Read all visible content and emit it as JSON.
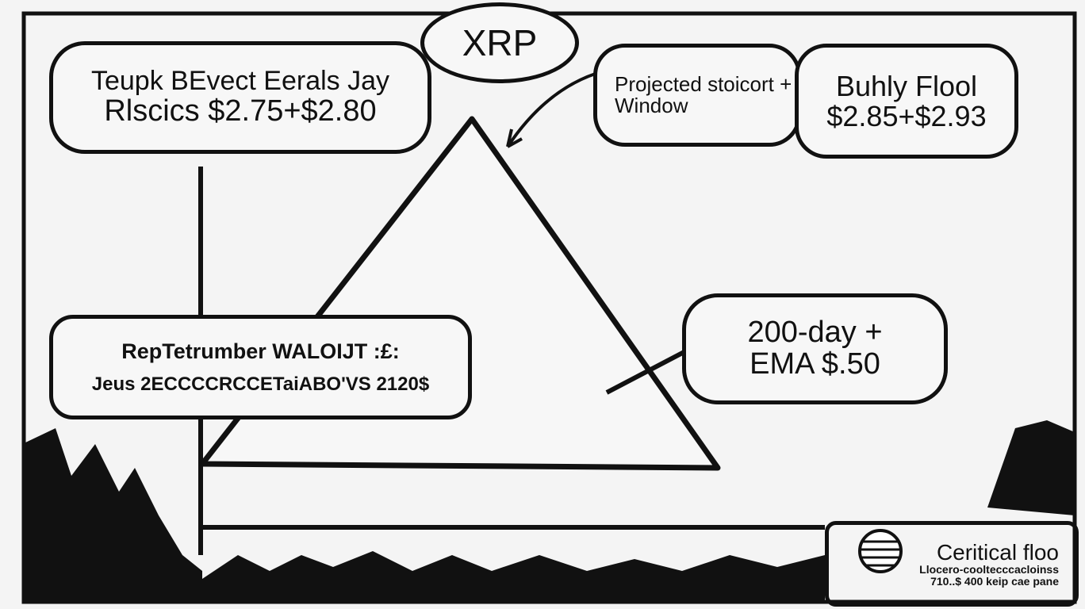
{
  "title": "XRP",
  "resistance": {
    "line1": "Teupk BEvect Eerals Jay",
    "line2": "Rlscics $2.75+$2.80"
  },
  "projected": {
    "line1": "Projected stoicort +",
    "line2": "Window"
  },
  "bullish": {
    "line1": "Buhly Flool",
    "line2": "$2.85+$2.93"
  },
  "support": {
    "line1": "RepTetrumber WALOIJT :£:",
    "line2": "Jeus 2ECCCCRCCETaiABO'VS 2120$"
  },
  "ema": {
    "line1": "200-day +",
    "line2": "EMA $.50"
  },
  "critical": {
    "title": "Ceritical floo",
    "line1": "Llocero-cooltecccacloinss",
    "line2": "710..$ 400 keip cae pane"
  }
}
